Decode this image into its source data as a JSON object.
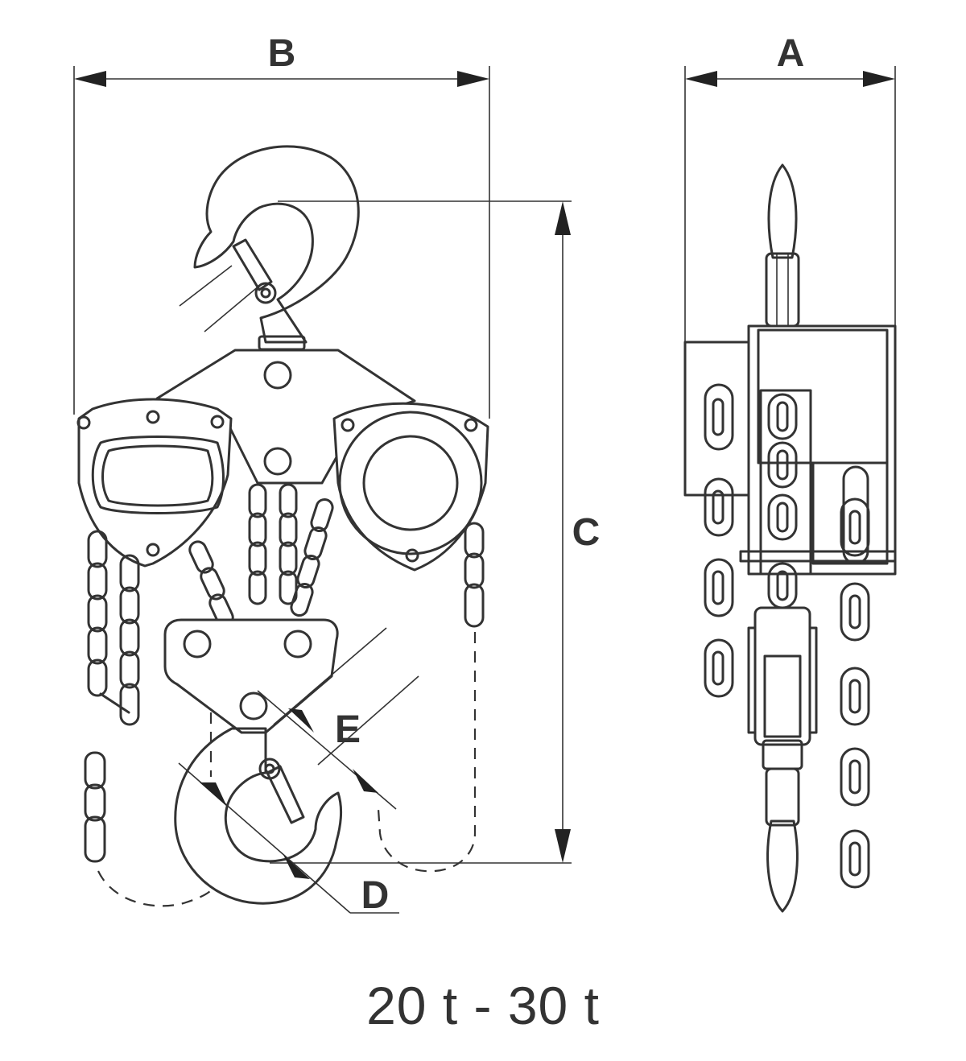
{
  "dimensions": {
    "a": "A",
    "b": "B",
    "c": "C",
    "d": "D",
    "e": "E"
  },
  "caption": "20 t - 30 t",
  "colors": {
    "line": "#333333",
    "background": "#ffffff"
  }
}
